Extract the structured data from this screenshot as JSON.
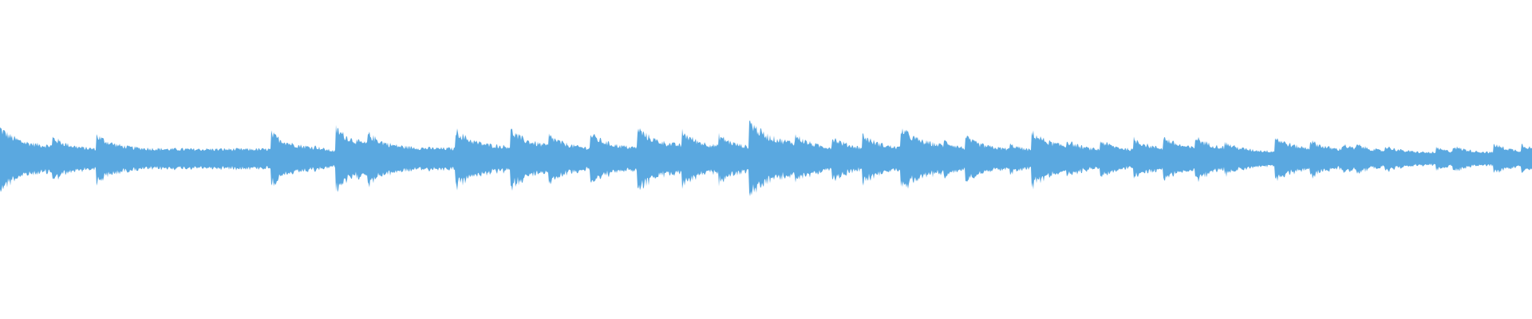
{
  "waveform": {
    "color": "#5aa8e0",
    "background": "#ffffff",
    "duration_fraction_onsets": [
      0.0,
      0.034,
      0.063,
      0.177,
      0.205,
      0.219,
      0.24,
      0.297,
      0.333,
      0.358,
      0.385,
      0.416,
      0.445,
      0.469,
      0.489,
      0.519,
      0.543,
      0.563,
      0.588,
      0.616,
      0.63,
      0.659,
      0.673,
      0.696,
      0.718,
      0.74,
      0.759,
      0.78,
      0.799,
      0.832,
      0.855,
      0.876,
      0.885,
      0.904,
      0.937,
      0.948,
      0.975,
      0.993
    ],
    "onset_strengths": [
      0.8,
      0.55,
      0.6,
      0.65,
      0.3,
      0.8,
      0.65,
      0.75,
      0.75,
      0.6,
      0.65,
      0.8,
      0.7,
      0.6,
      1.0,
      0.6,
      0.55,
      0.6,
      0.8,
      0.45,
      0.55,
      0.35,
      0.7,
      0.45,
      0.45,
      0.5,
      0.55,
      0.55,
      0.4,
      0.55,
      0.45,
      0.35,
      0.35,
      0.3,
      0.25,
      0.3,
      0.35,
      0.35
    ]
  }
}
